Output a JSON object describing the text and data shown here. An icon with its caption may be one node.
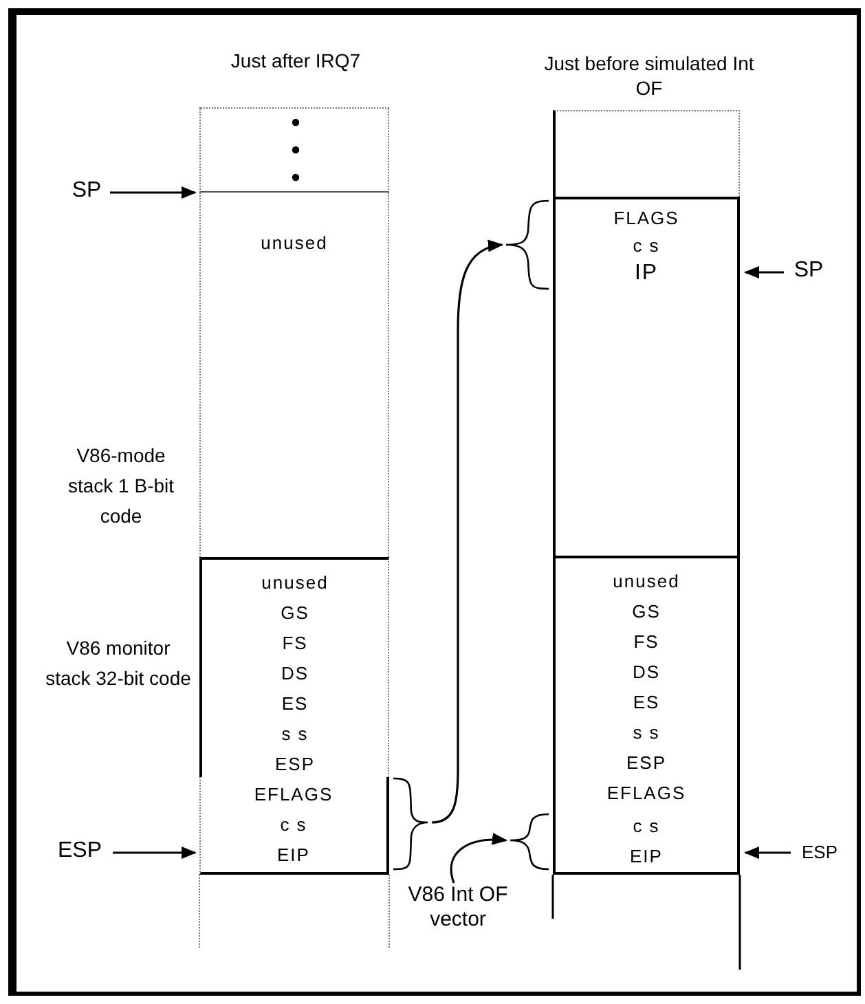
{
  "diagram": {
    "nodes": [
      {
        "text": [
          "Just after IRQ7"
        ]
      },
      {
        "text": [
          "unused"
        ]
      },
      {
        "text": [
          "unused",
          "GS",
          "FS",
          "DS",
          "ES",
          "s s",
          "ESP"
        ]
      },
      {
        "text": [
          "EFLAGS",
          "c s",
          "EIP"
        ]
      },
      {
        "text": [
          "Just before simulated Int OF"
        ]
      },
      {
        "text": [
          "FLAGS",
          "c s",
          "IP"
        ]
      },
      {
        "text": [
          "unused",
          "GS",
          "FS",
          "DS",
          "ES",
          "s s",
          "ESP",
          "EFLAGS"
        ]
      },
      {
        "text": [
          "c s",
          "EIP"
        ]
      },
      {
        "text": [
          "V86 Int OF vector"
        ]
      },
      {
        "text": [
          "SP"
        ]
      },
      {
        "text": [
          "SP"
        ]
      },
      {
        "text": [
          "ESP"
        ]
      },
      {
        "text": [
          "ESP"
        ]
      }
    ],
    "edges": [
      {
        "from": 9,
        "to": 0,
        "arrow": "to"
      },
      {
        "from": 10,
        "to": 5,
        "arrow": "to"
      },
      {
        "from": 11,
        "to": 3,
        "arrow": "to"
      },
      {
        "from": 12,
        "to": 7,
        "arrow": "to"
      },
      {
        "from": 3,
        "to": 5,
        "arrow": "to"
      },
      {
        "from": 8,
        "to": 7,
        "arrow": "to"
      }
    ],
    "labels": [
      "V86-mode stack 1 B-bit code",
      "V86 monitor stack 32-bit code"
    ]
  }
}
